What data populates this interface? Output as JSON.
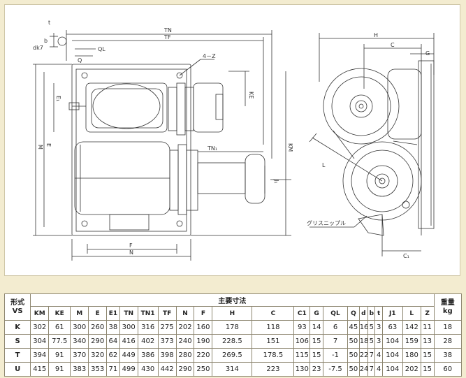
{
  "drawing": {
    "front_labels": {
      "tn": "TN",
      "tf": "TF",
      "ql": "QL",
      "q": "Q",
      "z": "4－Z",
      "ke": "KE",
      "e1": "E₁",
      "m": "M",
      "e": "E",
      "km": "KM",
      "tn1": "TN₁",
      "j1": "J₁",
      "f": "F",
      "n": "N",
      "t": "t",
      "b": "b",
      "dk7": "dk7"
    },
    "side_labels": {
      "h": "H",
      "c": "C",
      "g": "G",
      "l": "L",
      "c1": "C₁",
      "grease": "グリスニップル"
    }
  },
  "table": {
    "model_head": "形式",
    "model_sub": "VS",
    "group_head": "主要寸法",
    "weight_head": "重量",
    "weight_unit": "kg",
    "columns": [
      "KM",
      "KE",
      "M",
      "E",
      "E1",
      "TN",
      "TN1",
      "TF",
      "N",
      "F",
      "H",
      "C",
      "C1",
      "G",
      "QL",
      "Q",
      "d",
      "b",
      "t",
      "J1",
      "L",
      "Z"
    ],
    "rows": [
      {
        "model": "K",
        "values": [
          "302",
          "61",
          "300",
          "260",
          "38",
          "300",
          "316",
          "275",
          "202",
          "160",
          "178",
          "118",
          "93",
          "14",
          "6",
          "45",
          "16",
          "5",
          "3",
          "63",
          "142",
          "11"
        ],
        "weight": "18"
      },
      {
        "model": "S",
        "values": [
          "304",
          "77.5",
          "340",
          "290",
          "64",
          "416",
          "402",
          "373",
          "240",
          "190",
          "228.5",
          "151",
          "106",
          "15",
          "7",
          "50",
          "18",
          "5",
          "3",
          "104",
          "159",
          "13"
        ],
        "weight": "28"
      },
      {
        "model": "T",
        "values": [
          "394",
          "91",
          "370",
          "320",
          "62",
          "449",
          "386",
          "398",
          "280",
          "220",
          "269.5",
          "178.5",
          "115",
          "15",
          "-1",
          "50",
          "22",
          "7",
          "4",
          "104",
          "180",
          "15"
        ],
        "weight": "38"
      },
      {
        "model": "U",
        "values": [
          "415",
          "91",
          "383",
          "353",
          "71",
          "499",
          "430",
          "442",
          "290",
          "250",
          "314",
          "223",
          "130",
          "23",
          "-7.5",
          "50",
          "24",
          "7",
          "4",
          "104",
          "202",
          "15"
        ],
        "weight": "60"
      }
    ]
  }
}
